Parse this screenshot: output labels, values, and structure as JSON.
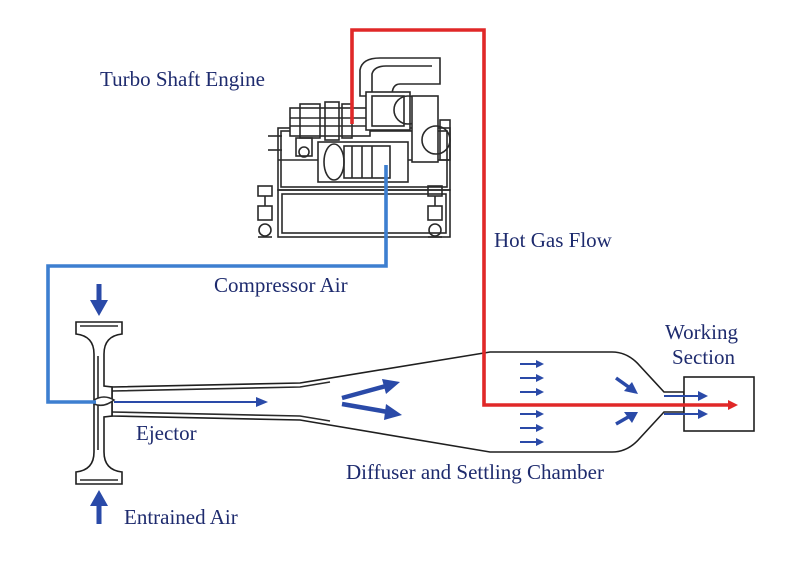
{
  "labels": {
    "engine": "Turbo Shaft Engine",
    "hot_gas": "Hot Gas Flow",
    "compressor_air": "Compressor Air",
    "working_section_line1": "Working",
    "working_section_line2": "Section",
    "ejector": "Ejector",
    "diffuser": "Diffuser and Settling Chamber",
    "entrained_air": "Entrained Air"
  },
  "colors": {
    "hot_gas_line": "#e02828",
    "compressor_air_line": "#3d7fd0",
    "flow_arrows": "#2a4aa8",
    "label_text": "#1e2b6e"
  }
}
